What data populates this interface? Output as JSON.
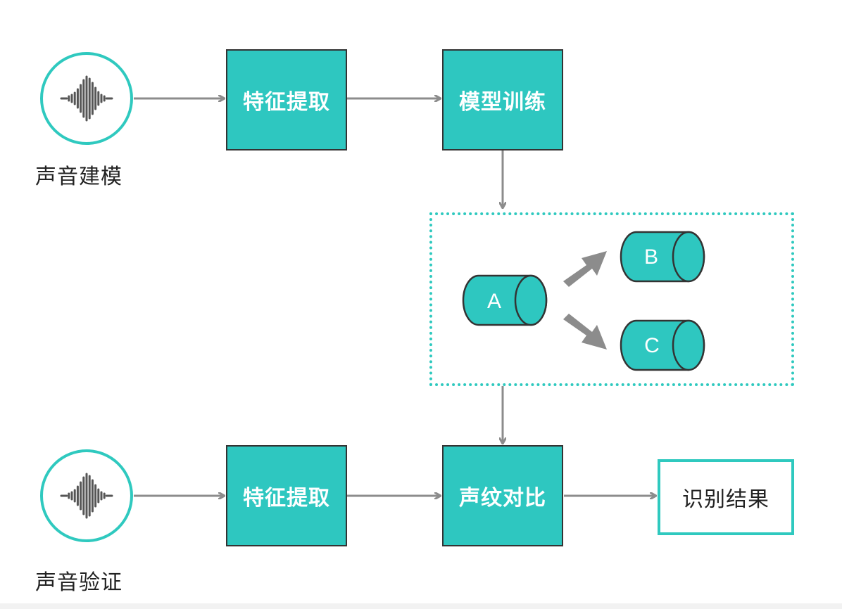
{
  "colors": {
    "teal": "#2ec7c0",
    "teal_border": "#2fc9bf",
    "arrow": "#8c8c8c",
    "outline": "#333333",
    "wave": "#555555"
  },
  "enrollment": {
    "icon": "sound-wave-icon",
    "caption": "声音建模",
    "step1": "特征提取",
    "step2": "模型训练"
  },
  "models": {
    "a": "A",
    "b": "B",
    "c": "C"
  },
  "verification": {
    "icon": "sound-wave-icon",
    "caption": "声音验证",
    "step1": "特征提取",
    "step2": "声纹对比",
    "result": "识别结果"
  }
}
